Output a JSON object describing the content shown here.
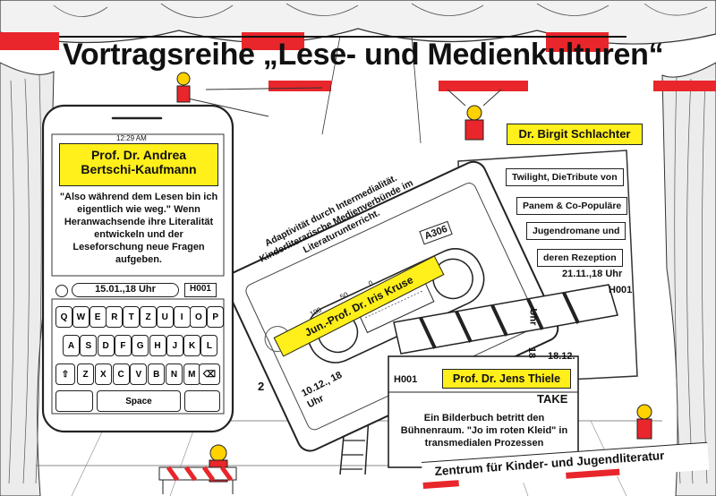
{
  "colors": {
    "accent_red": "#e8262b",
    "highlight_yellow": "#ffef1a",
    "ink": "#111111"
  },
  "title": "Vortragsreihe „Lese- und Medienkulturen“",
  "phone": {
    "time": "12:29 AM",
    "speaker_line1": "Prof. Dr. Andrea",
    "speaker_line2": "Bertschi-Kaufmann",
    "quote": "\"Also während dem Lesen bin ich eigentlich wie weg.\" Wenn Heranwachsende ihre Literalität entwickeln und der Leseforschung neue Fragen aufgeben.",
    "date": "15.01.,18 Uhr",
    "room": "H001",
    "keyboard_row1": [
      "Q",
      "W",
      "E",
      "R",
      "T",
      "Z",
      "U",
      "I",
      "O",
      "P"
    ],
    "keyboard_row2": [
      "A",
      "S",
      "D",
      "F",
      "G",
      "H",
      "J",
      "K",
      "L"
    ],
    "keyboard_row3": [
      "Z",
      "X",
      "C",
      "V",
      "B",
      "N",
      "M"
    ],
    "space_label": "Space"
  },
  "cassette": {
    "room": "A306",
    "topic": "Adaptivität durch Intermedialität. Kinderliterarische Medienverbünde im Literaturunterricht.",
    "speaker": "Jun.-Prof. Dr. Iris Kruse",
    "side": "2",
    "date": "10.12., 18 Uhr",
    "counter_left": "100",
    "counter_mid": "50",
    "counter_right": "0"
  },
  "tablet": {
    "speaker": "Dr. Birgit Schlachter",
    "topic_lines": [
      "Twilight, DieTribute von",
      "Panem & Co-Populäre",
      "Jugendromane und",
      "deren Rezeption"
    ],
    "date": "21.11.,18 Uhr",
    "room": "H001"
  },
  "clapper": {
    "room": "H001",
    "speaker": "Prof. Dr. Jens Thiele",
    "date": "18.12.",
    "time_num": "18",
    "time_unit": "Uhr",
    "take": "TAKE",
    "topic": "Ein Bilderbuch betritt den Bühnenraum. \"Jo im roten Kleid\" in transmedialen Prozessen"
  },
  "footer": {
    "part1": "Zentrum ",
    "part2": "für Kinder- und Jugendliteratur"
  }
}
